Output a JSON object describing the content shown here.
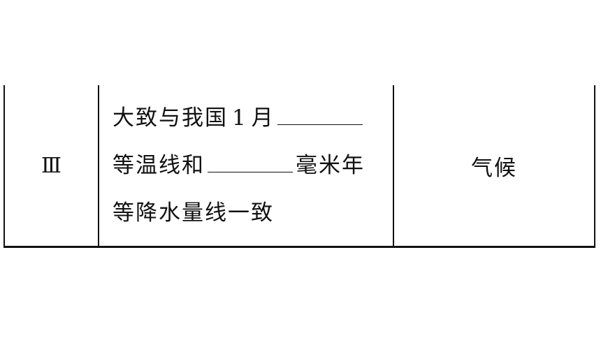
{
  "table": {
    "row": {
      "numeral": "Ⅲ",
      "description": {
        "line1_prefix": "大致与我国",
        "line1_number": "1",
        "line1_suffix": "月",
        "line2_prefix": "等温线和",
        "line2_suffix": "毫米年",
        "line3": "等降水量线一致"
      },
      "category": "气候"
    }
  }
}
